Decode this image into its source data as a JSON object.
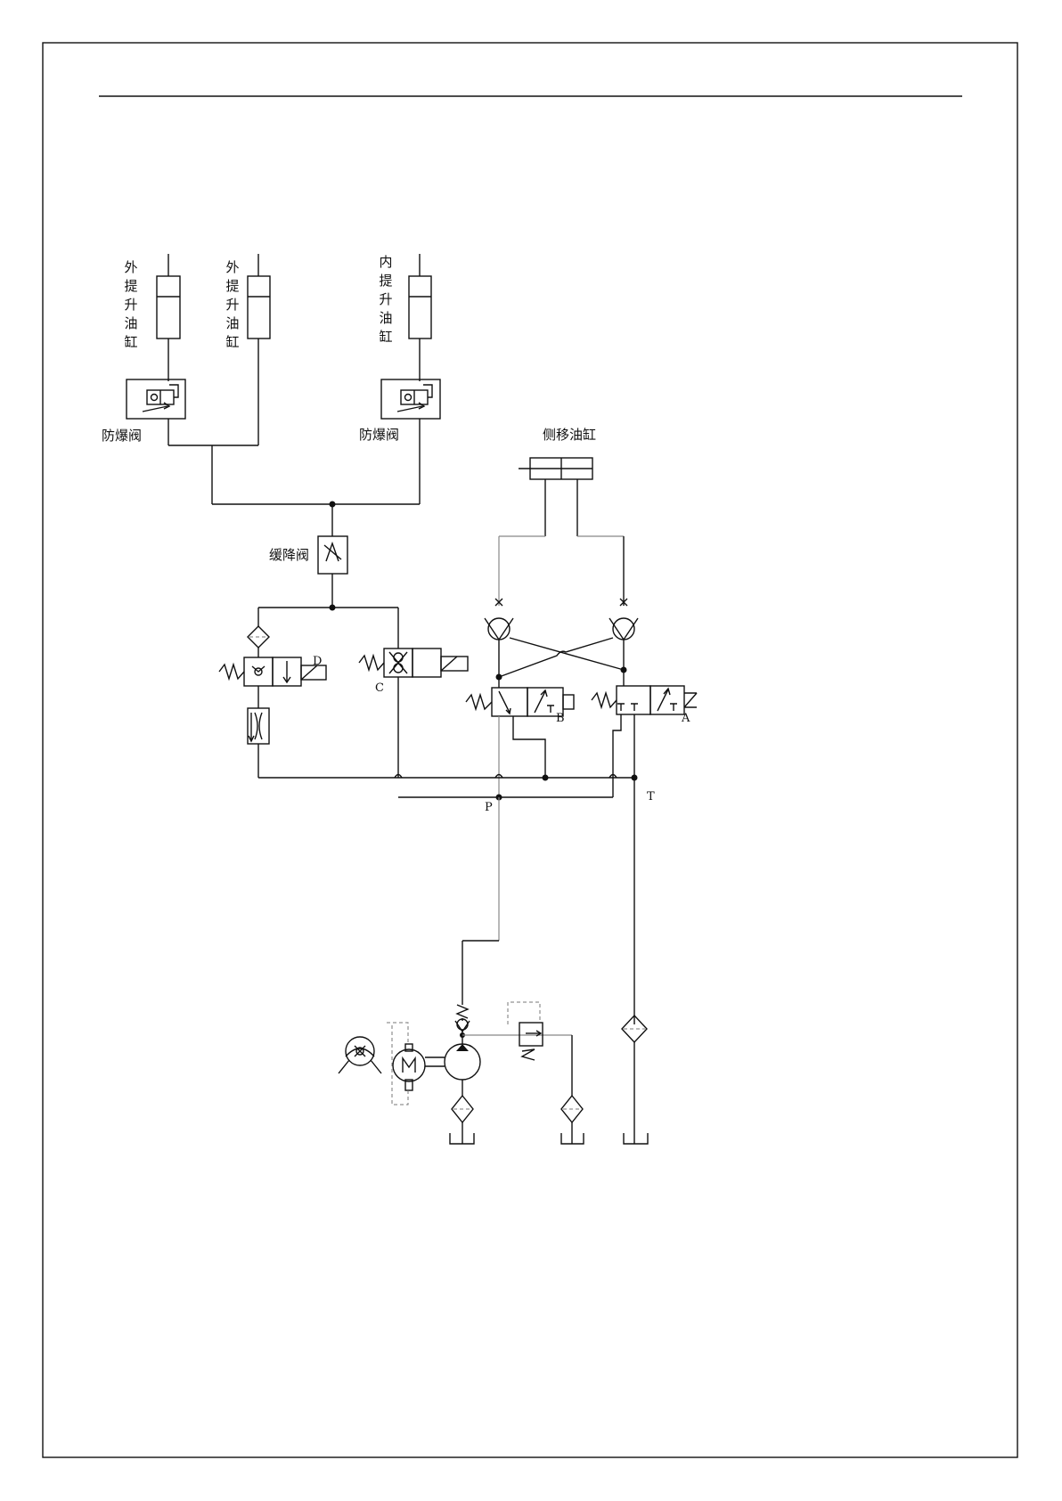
{
  "labels": {
    "cyl_outer_left": "外\n提\n升\n油\n缸",
    "cyl_outer_right": "外\n提\n升\n油\n缸",
    "cyl_inner": "内\n提\n升\n油\n缸",
    "explosion_valve_left": "防爆阀",
    "explosion_valve_right": "防爆阀",
    "side_shift_cylinder": "侧移油缸",
    "slow_descent_valve": "缓降阀"
  },
  "ports": {
    "D": "D",
    "C": "C",
    "B": "B",
    "A": "A",
    "P": "P",
    "T": "T"
  },
  "colors": {
    "line": "#111111",
    "gray_line": "#888888",
    "border": "#111111"
  }
}
